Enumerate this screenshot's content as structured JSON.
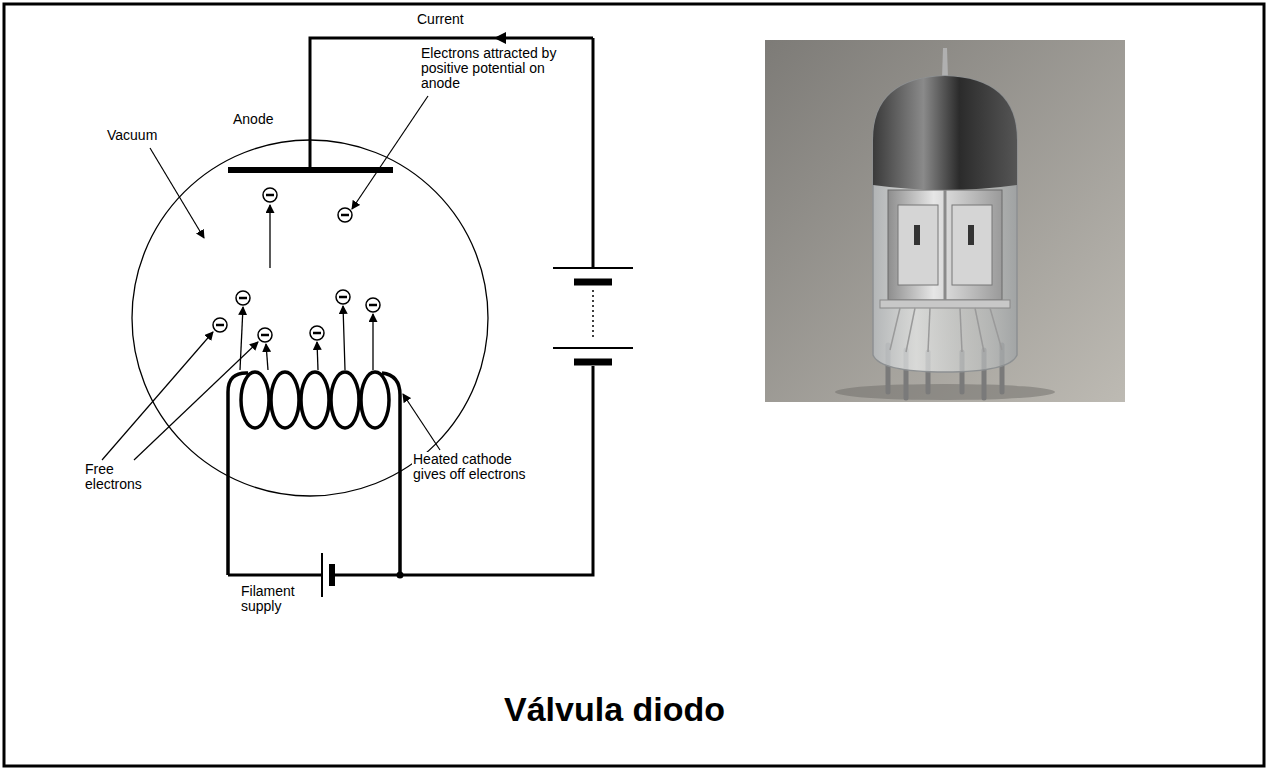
{
  "diagram": {
    "title": "Válvula diodo",
    "labels": [
      "Current",
      "Electrons attracted by positive potential on anode",
      "Anode",
      "Vacuum",
      "Free electrons",
      "Heated cathode gives off electrons",
      "Filament supply"
    ]
  }
}
